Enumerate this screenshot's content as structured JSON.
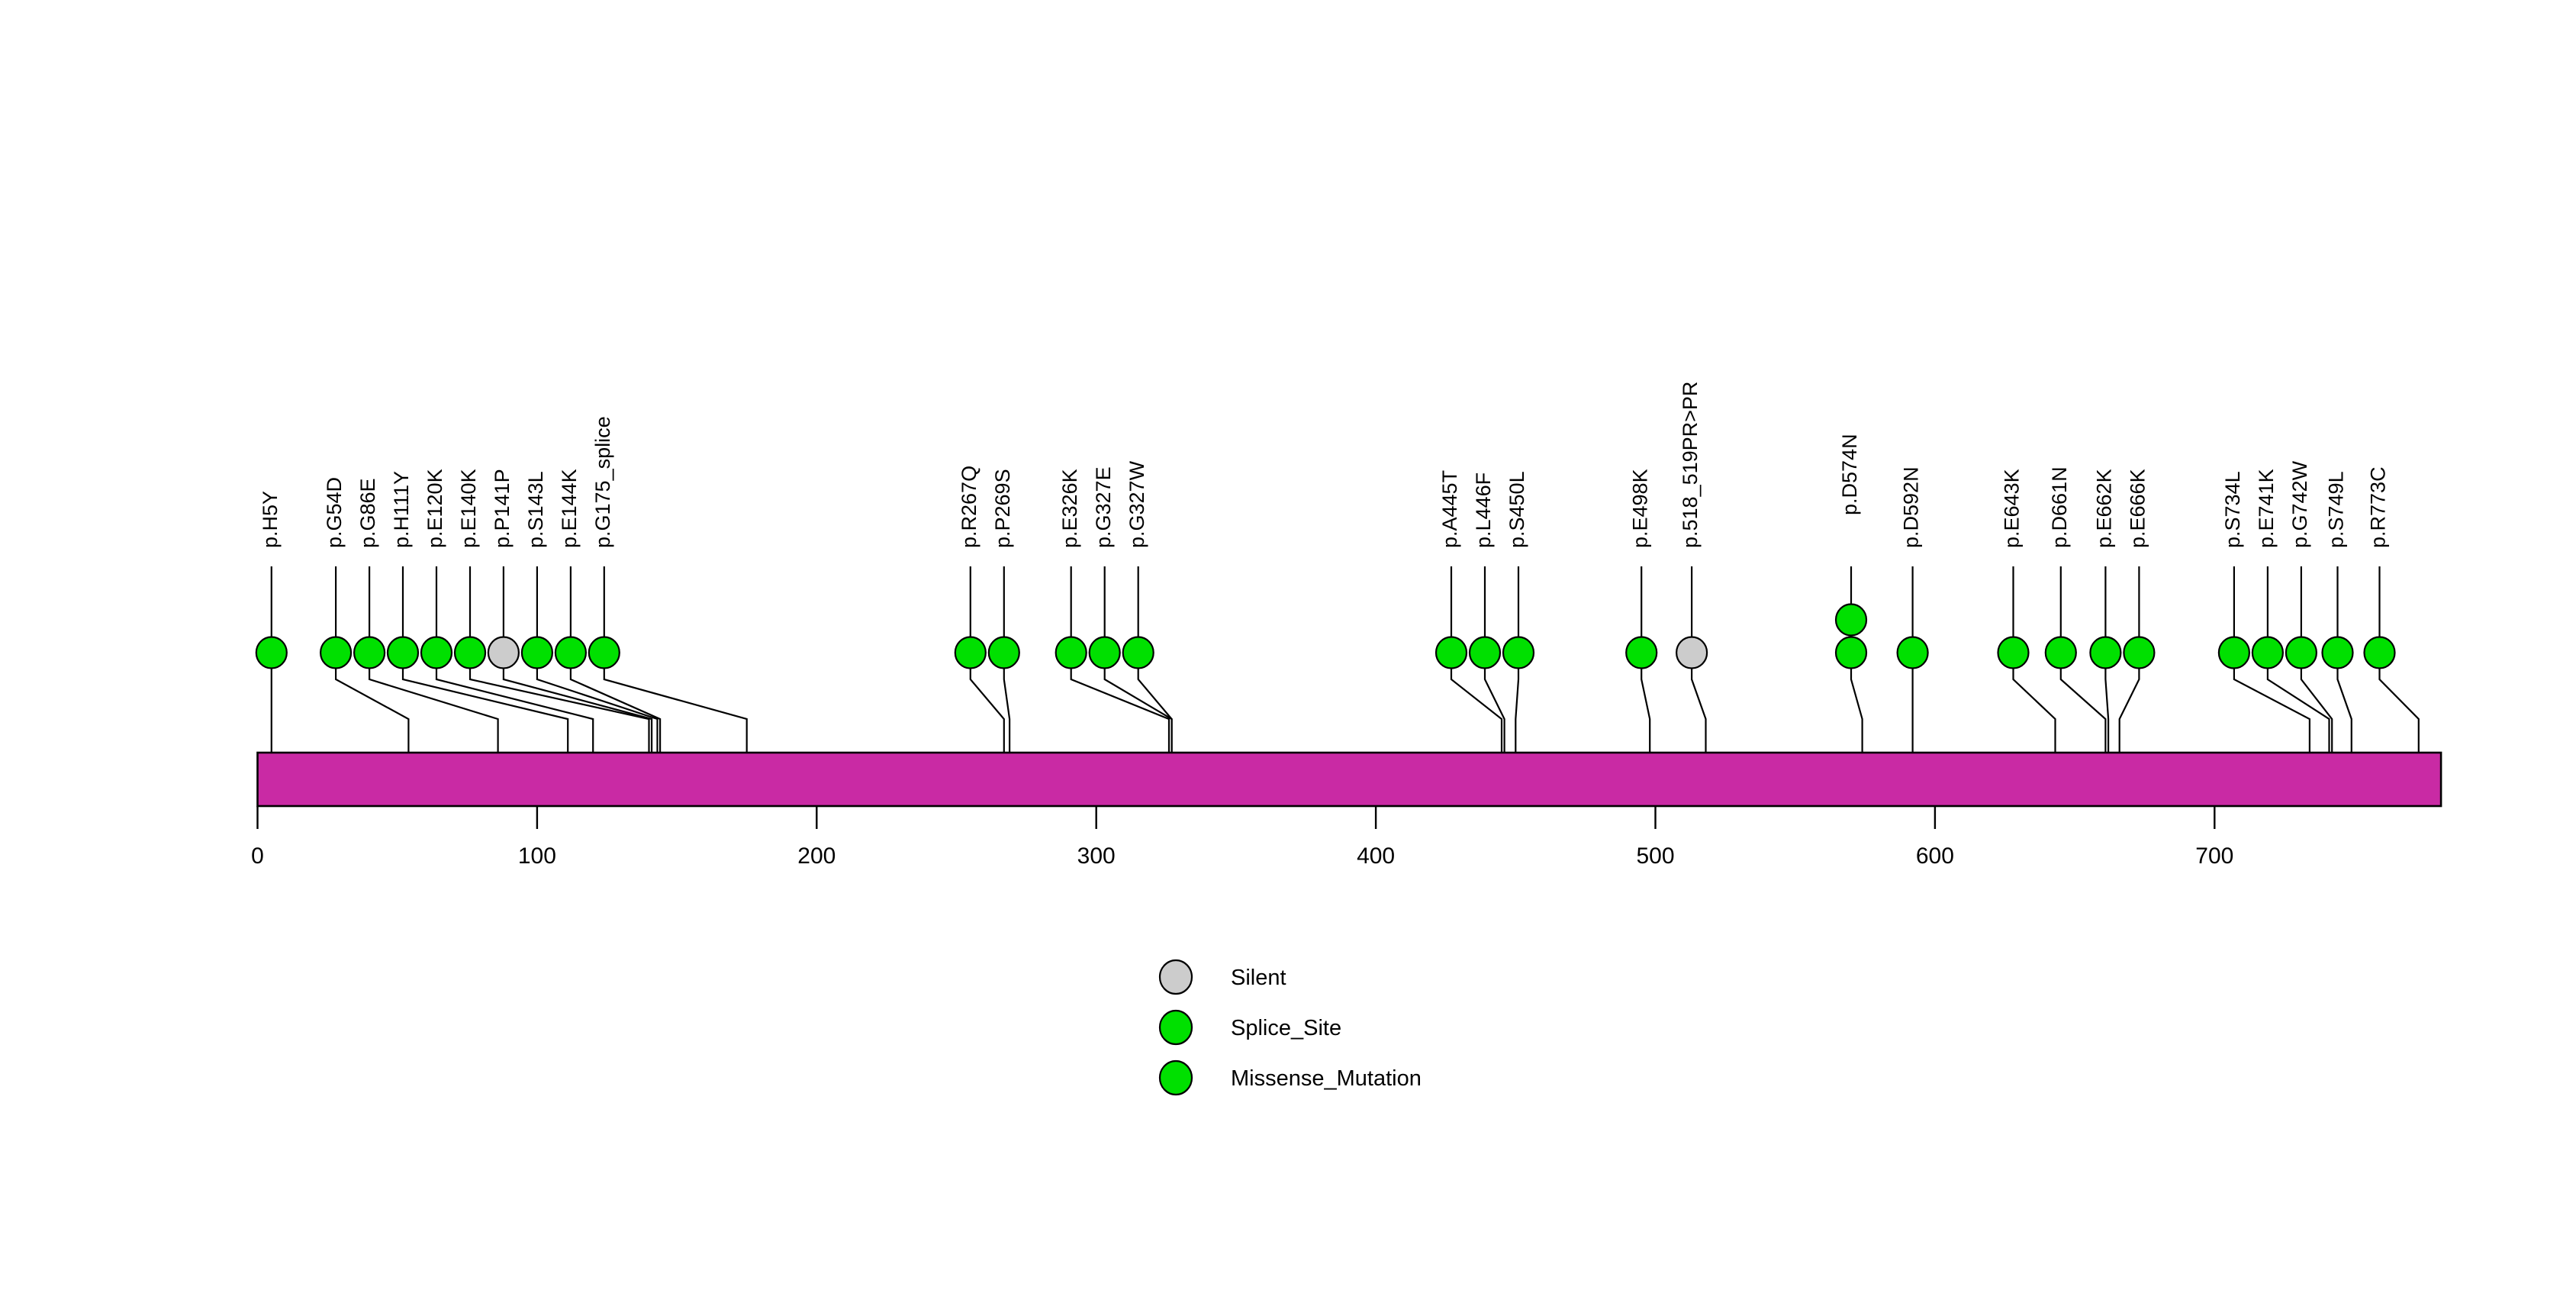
{
  "chart_data": {
    "type": "lollipop",
    "title": "",
    "xlabel": "",
    "ylabel": "",
    "xlim": [
      0,
      781
    ],
    "axis_ticks": [
      {
        "value": 0,
        "label": "0"
      },
      {
        "value": 100,
        "label": "100"
      },
      {
        "value": 200,
        "label": "200"
      },
      {
        "value": 300,
        "label": "300"
      },
      {
        "value": 400,
        "label": "400"
      },
      {
        "value": 500,
        "label": "500"
      },
      {
        "value": 600,
        "label": "600"
      },
      {
        "value": 700,
        "label": "700"
      }
    ],
    "protein_track": {
      "start": 0,
      "end": 781,
      "color": "#C92AA4",
      "border_color": "#000000"
    },
    "legend": {
      "position": "bottom-center",
      "entries": [
        {
          "label": "Silent",
          "color": "#CCCCCC"
        },
        {
          "label": "Splice_Site",
          "color": "#00E000"
        },
        {
          "label": "Missense_Mutation",
          "color": "#00E000"
        }
      ]
    },
    "mutations": [
      {
        "label": "p.H5Y",
        "position": 5,
        "count": 1,
        "type": "Splice_Site",
        "color": "#00E000",
        "label_x": 5
      },
      {
        "label": "p.G54D",
        "position": 54,
        "count": 1,
        "type": "Missense_Mutation",
        "color": "#00E000",
        "label_x": 28
      },
      {
        "label": "p.G86E",
        "position": 86,
        "count": 1,
        "type": "Missense_Mutation",
        "color": "#00E000",
        "label_x": 40
      },
      {
        "label": "p.H111Y",
        "position": 111,
        "count": 1,
        "type": "Missense_Mutation",
        "color": "#00E000",
        "label_x": 52
      },
      {
        "label": "p.E120K",
        "position": 120,
        "count": 1,
        "type": "Missense_Mutation",
        "color": "#00E000",
        "label_x": 64
      },
      {
        "label": "p.E140K",
        "position": 140,
        "count": 1,
        "type": "Missense_Mutation",
        "color": "#00E000",
        "label_x": 76
      },
      {
        "label": "p.P141P",
        "position": 141,
        "count": 1,
        "type": "Silent",
        "color": "#CCCCCC",
        "label_x": 88
      },
      {
        "label": "p.S143L",
        "position": 143,
        "count": 1,
        "type": "Missense_Mutation",
        "color": "#00E000",
        "label_x": 100
      },
      {
        "label": "p.E144K",
        "position": 144,
        "count": 1,
        "type": "Missense_Mutation",
        "color": "#00E000",
        "label_x": 112
      },
      {
        "label": "p.G175_splice",
        "position": 175,
        "count": 1,
        "type": "Splice_Site",
        "color": "#00E000",
        "label_x": 124
      },
      {
        "label": "p.R267Q",
        "position": 267,
        "count": 1,
        "type": "Missense_Mutation",
        "color": "#00E000",
        "label_x": 255
      },
      {
        "label": "p.P269S",
        "position": 269,
        "count": 1,
        "type": "Missense_Mutation",
        "color": "#00E000",
        "label_x": 267
      },
      {
        "label": "p.E326K",
        "position": 326,
        "count": 1,
        "type": "Missense_Mutation",
        "color": "#00E000",
        "label_x": 291
      },
      {
        "label": "p.G327E",
        "position": 327,
        "count": 1,
        "type": "Missense_Mutation",
        "color": "#00E000",
        "label_x": 303
      },
      {
        "label": "p.G327W",
        "position": 327,
        "count": 1,
        "type": "Missense_Mutation",
        "color": "#00E000",
        "label_x": 315
      },
      {
        "label": "p.A445T",
        "position": 445,
        "count": 1,
        "type": "Missense_Mutation",
        "color": "#00E000",
        "label_x": 427
      },
      {
        "label": "p.L446F",
        "position": 446,
        "count": 1,
        "type": "Missense_Mutation",
        "color": "#00E000",
        "label_x": 439
      },
      {
        "label": "p.S450L",
        "position": 450,
        "count": 1,
        "type": "Missense_Mutation",
        "color": "#00E000",
        "label_x": 451
      },
      {
        "label": "p.E498K",
        "position": 498,
        "count": 1,
        "type": "Missense_Mutation",
        "color": "#00E000",
        "label_x": 495
      },
      {
        "label": "p.518_519PR>PR",
        "position": 518,
        "count": 1,
        "type": "Silent",
        "color": "#CCCCCC",
        "label_x": 513
      },
      {
        "label": "p.D574N",
        "position": 574,
        "count": 2,
        "type": "Missense_Mutation",
        "color": "#00E000",
        "label_x": 570
      },
      {
        "label": "p.D592N",
        "position": 592,
        "count": 1,
        "type": "Missense_Mutation",
        "color": "#00E000",
        "label_x": 592
      },
      {
        "label": "p.E643K",
        "position": 643,
        "count": 1,
        "type": "Missense_Mutation",
        "color": "#00E000",
        "label_x": 628
      },
      {
        "label": "p.D661N",
        "position": 661,
        "count": 1,
        "type": "Missense_Mutation",
        "color": "#00E000",
        "label_x": 645
      },
      {
        "label": "p.E662K",
        "position": 662,
        "count": 1,
        "type": "Missense_Mutation",
        "color": "#00E000",
        "label_x": 661
      },
      {
        "label": "p.E666K",
        "position": 666,
        "count": 1,
        "type": "Missense_Mutation",
        "color": "#00E000",
        "label_x": 673
      },
      {
        "label": "p.S734L",
        "position": 734,
        "count": 1,
        "type": "Missense_Mutation",
        "color": "#00E000",
        "label_x": 707
      },
      {
        "label": "p.E741K",
        "position": 741,
        "count": 1,
        "type": "Missense_Mutation",
        "color": "#00E000",
        "label_x": 719
      },
      {
        "label": "p.G742W",
        "position": 742,
        "count": 1,
        "type": "Missense_Mutation",
        "color": "#00E000",
        "label_x": 731
      },
      {
        "label": "p.S749L",
        "position": 749,
        "count": 1,
        "type": "Missense_Mutation",
        "color": "#00E000",
        "label_x": 744
      },
      {
        "label": "p.R773C",
        "position": 773,
        "count": 1,
        "type": "Missense_Mutation",
        "color": "#00E000",
        "label_x": 759
      }
    ]
  }
}
